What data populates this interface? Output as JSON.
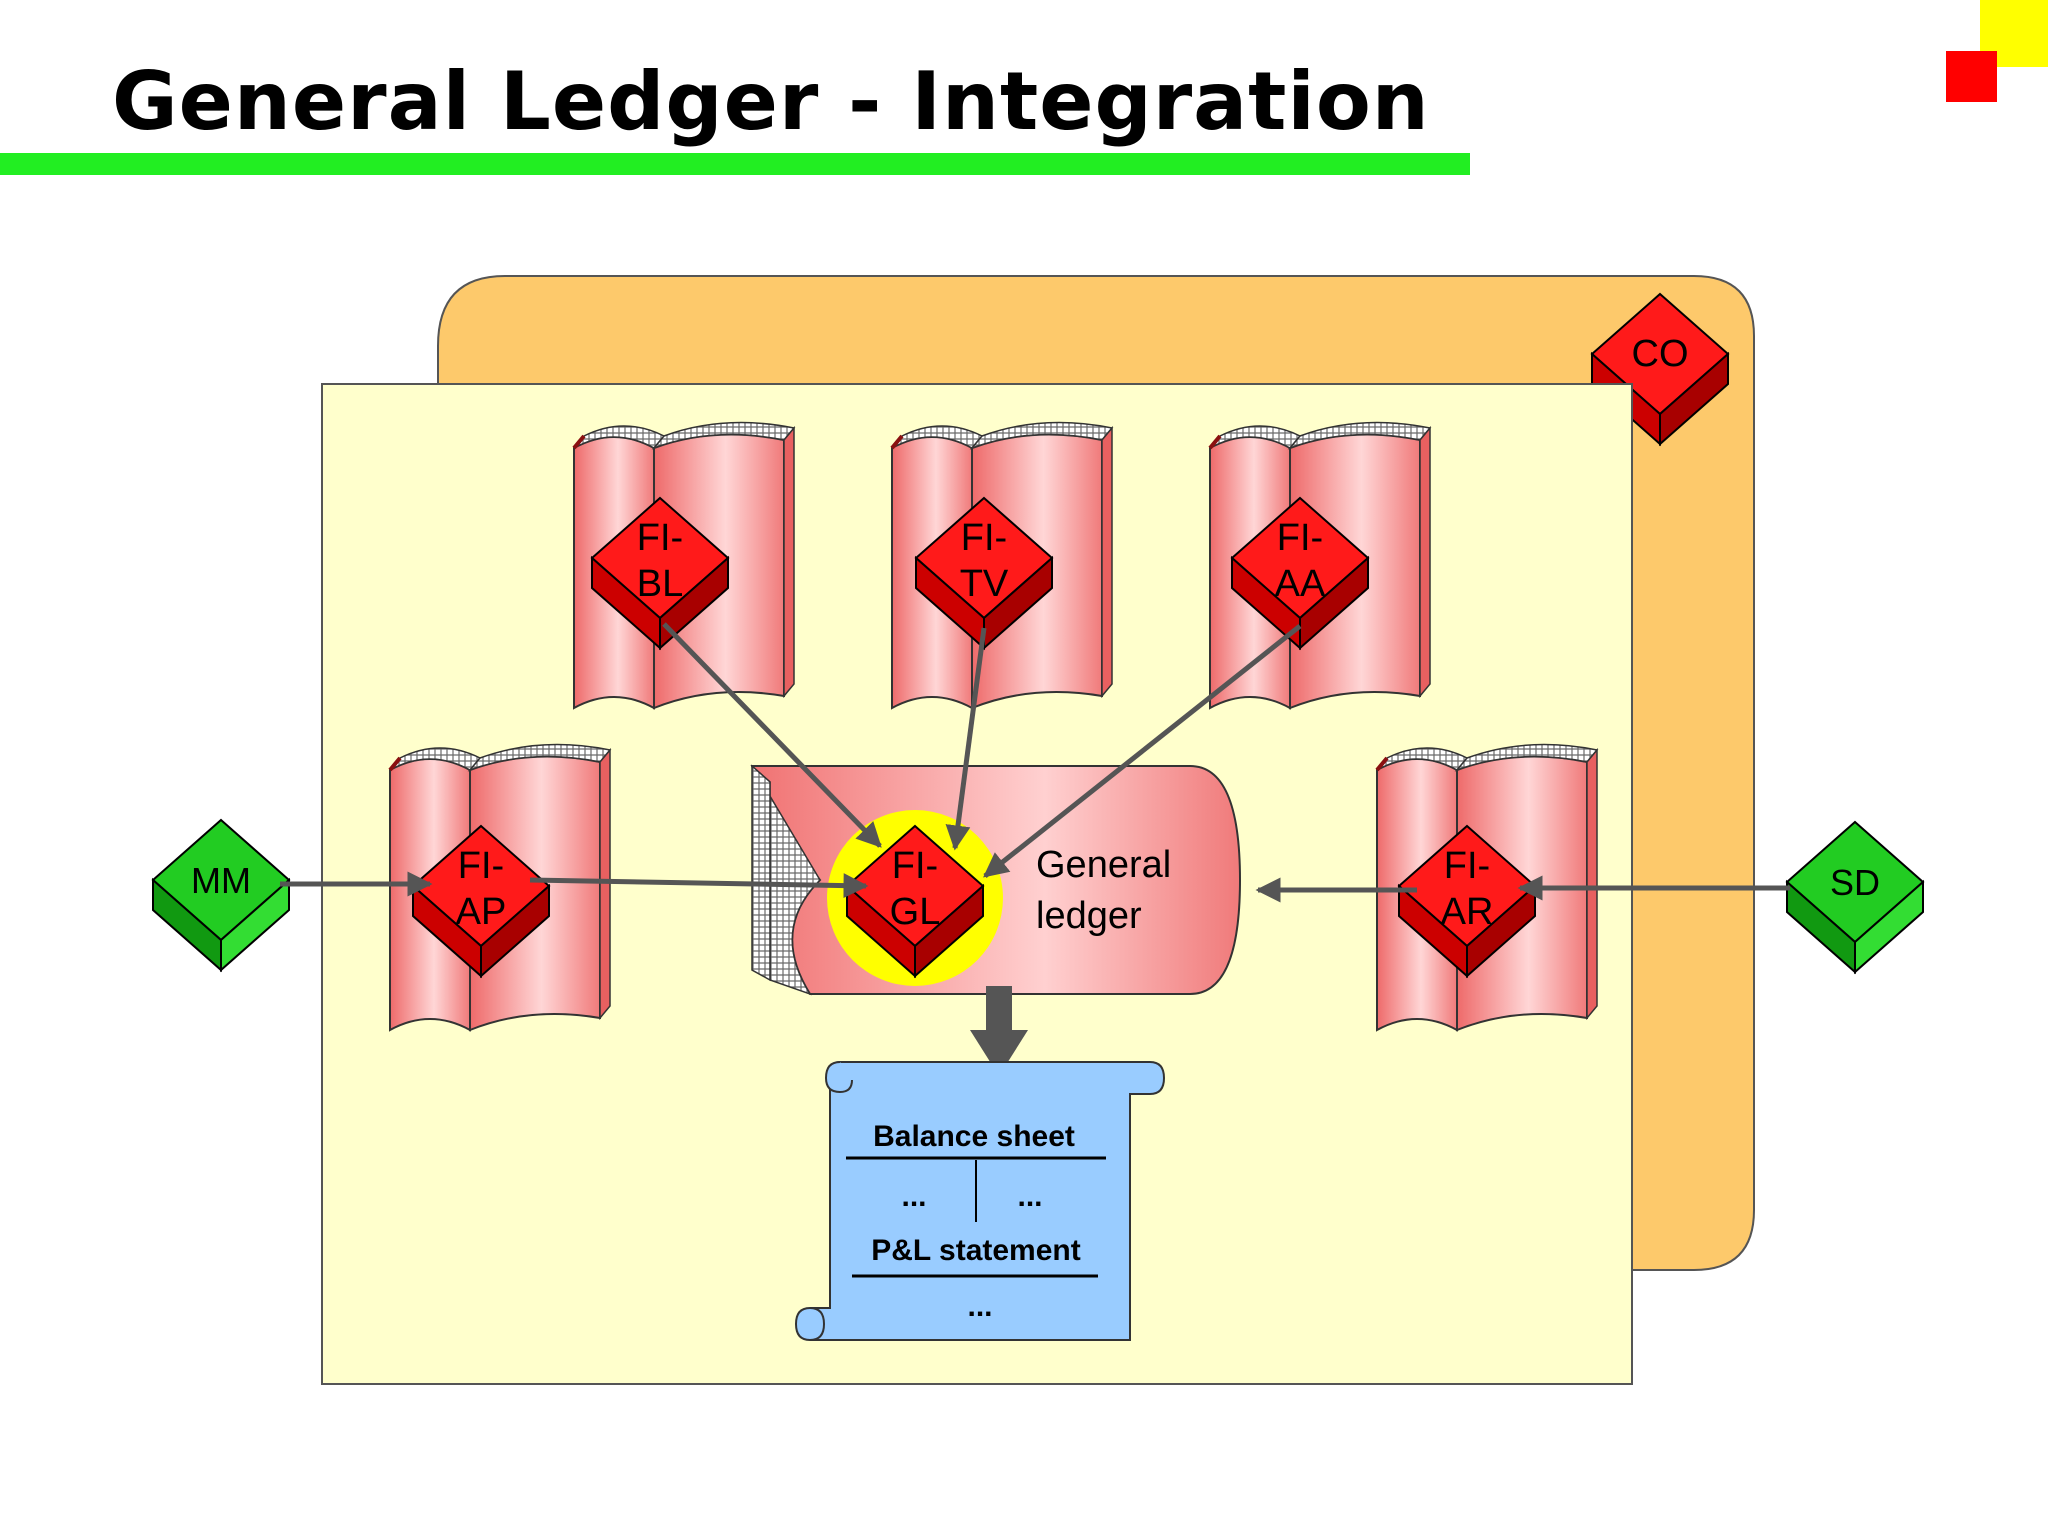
{
  "title": "General Ledger - Integration",
  "colors": {
    "accent_rule": "#22ee22",
    "co_panel": "#fdc96b",
    "fi_panel": "#ffffcc",
    "book": "#f07878",
    "diamond_red": "#ff1111",
    "diamond_green": "#22cc22",
    "highlight": "#ffff00",
    "scroll": "#99ccff",
    "arrow": "#555555"
  },
  "nodes": {
    "co": "CO",
    "mm": "MM",
    "sd": "SD",
    "bl": [
      "FI-",
      "BL"
    ],
    "tv": [
      "FI-",
      "TV"
    ],
    "aa": [
      "FI-",
      "AA"
    ],
    "ap": [
      "FI-",
      "AP"
    ],
    "ar": [
      "FI-",
      "AR"
    ],
    "gl": [
      "FI-",
      "GL"
    ]
  },
  "general_ledger_label": [
    "General",
    "ledger"
  ],
  "report": {
    "balance_sheet": "Balance sheet",
    "left_ellipsis": "...",
    "right_ellipsis": "...",
    "pl_statement": "P&L statement",
    "bottom_ellipsis": "..."
  }
}
